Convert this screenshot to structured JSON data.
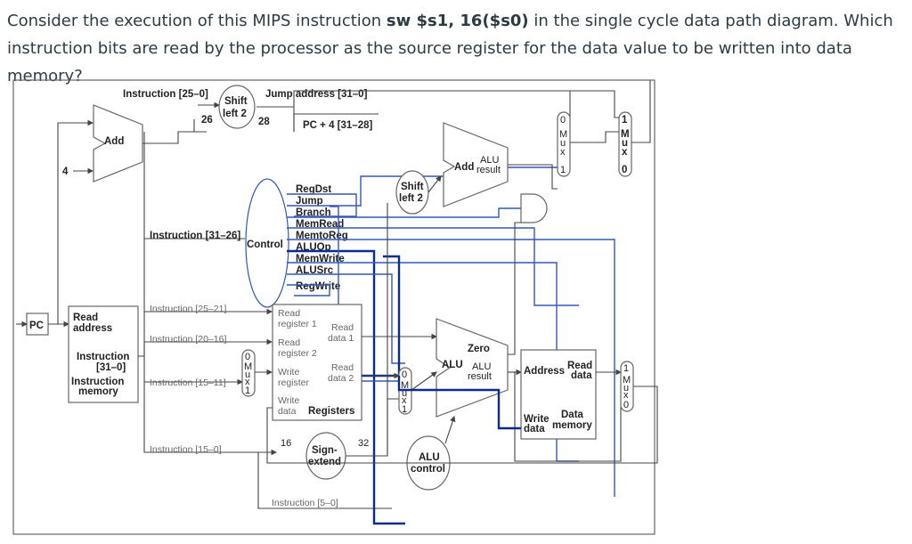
{
  "question": {
    "prefix": "Consider the execution of this MIPS instruction ",
    "instruction": "sw $s1, 16($s0)",
    "suffix": " in the single cycle data path diagram. Which instruction bits are read by the processor as the source register for the data value to be written into data memory?"
  },
  "diagram": {
    "top": {
      "instr_25_0": "Instruction [25–0]",
      "shift_left_2_line1": "Shift",
      "shift_left_2_line2": "left 2",
      "bits_26": "26",
      "bits_28": "28",
      "jump_address": "Jump address [31–0]",
      "pc4": "PC + 4 [31–28]"
    },
    "add": {
      "label": "Add",
      "four": "4"
    },
    "alu_add": {
      "add": "Add",
      "alu": "ALU",
      "result": "result"
    },
    "shift2": {
      "line1": "Shift",
      "line2": "left 2"
    },
    "control": {
      "instr_31_26": "Instruction [31–26]",
      "label": "Control",
      "signals": [
        "RegDst",
        "Jump",
        "Branch",
        "MemRead",
        "MemtoReg",
        "ALUOp",
        "MemWrite",
        "ALUSrc",
        "RegWrite"
      ]
    },
    "pc": "PC",
    "imem": {
      "read": "Read",
      "address": "address",
      "instruction": "Instruction",
      "bits": "[31–0]",
      "title1": "Instruction",
      "title2": "memory"
    },
    "fields": {
      "f25_21": "Instruction [25–21]",
      "f20_16": "Instruction [20–16]",
      "f15_11": "Instruction [15–11]",
      "f15_0": "Instruction [15–0]",
      "f5_0": "Instruction [5–0]"
    },
    "regs": {
      "read_reg1_a": "Read",
      "read_reg1_b": "register 1",
      "read_reg2_a": "Read",
      "read_reg2_b": "register 2",
      "write_reg_a": "Write",
      "write_reg_b": "register",
      "write_data_a": "Write",
      "write_data_b": "data",
      "read_data1_a": "Read",
      "read_data1_b": "data 1",
      "read_data2_a": "Read",
      "read_data2_b": "data 2",
      "title": "Registers"
    },
    "sign_extend": {
      "line1": "Sign-",
      "line2": "extend",
      "in_bits": "16",
      "out_bits": "32"
    },
    "alu": {
      "zero": "Zero",
      "alu": "ALU",
      "alu2": "ALU",
      "result": "result"
    },
    "alu_control": {
      "line1": "ALU",
      "line2": "control"
    },
    "dmem": {
      "address": "Address",
      "read": "Read",
      "data": "data",
      "write": "Write",
      "wdata": "data",
      "title1": "Data",
      "title2": "memory"
    },
    "mux": {
      "m": "M",
      "u": "u",
      "x": "x",
      "zero": "0",
      "one": "1"
    }
  }
}
